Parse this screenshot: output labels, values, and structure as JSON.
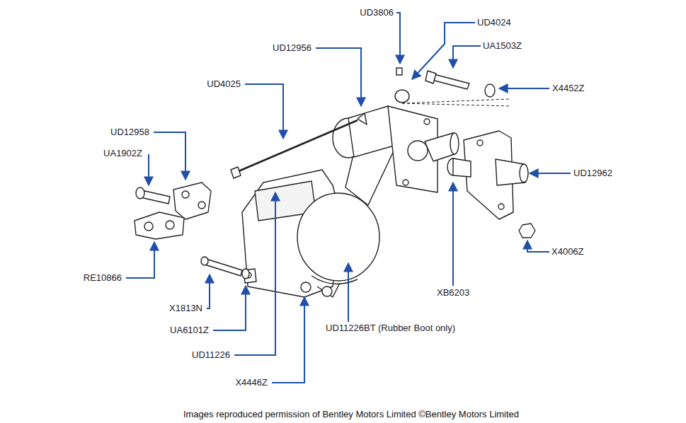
{
  "diagram": {
    "caption": "Images reproduced permission of Bentley Motors Limited ©Bentley Motors Limited",
    "labels": [
      "UD3806",
      "UD4024",
      "UD12956",
      "UA1503Z",
      "X4452Z",
      "UD4025",
      "UD12958",
      "UD12962",
      "UA1902Z",
      "X4006Z",
      "RE10866",
      "XB6203",
      "X1813N",
      "UD11226BT (Rubber Boot only)",
      "UA6101Z",
      "UD11226",
      "X4446Z"
    ]
  }
}
